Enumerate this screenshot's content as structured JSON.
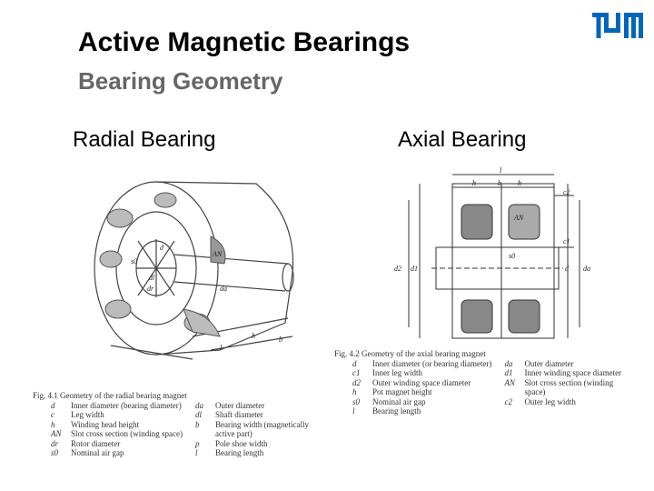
{
  "slide": {
    "title": "Active Magnetic Bearings",
    "subtitle": "Bearing Geometry",
    "logo_text": "TUM"
  },
  "radial": {
    "heading": "Radial Bearing",
    "figure_labels": [
      "d",
      "dr",
      "da",
      "s0",
      "AN",
      "b",
      "h",
      "l",
      "dl"
    ],
    "caption": "Fig. 4.1  Geometry of the radial bearing magnet",
    "legend_left": [
      {
        "sym": "d",
        "text": "Inner diameter (bearing diameter)"
      },
      {
        "sym": "c",
        "text": "Leg width"
      },
      {
        "sym": "h",
        "text": "Winding head height"
      },
      {
        "sym": "AN",
        "text": "Slot cross section (winding space)"
      },
      {
        "sym": "dr",
        "text": "Rotor diameter"
      },
      {
        "sym": "s0",
        "text": "Nominal air gap"
      }
    ],
    "legend_right": [
      {
        "sym": "da",
        "text": "Outer diameter"
      },
      {
        "sym": "dl",
        "text": "Shaft diameter"
      },
      {
        "sym": "b",
        "text": "Bearing width (magnetically"
      },
      {
        "sym": "",
        "text": "active part)"
      },
      {
        "sym": "p",
        "text": "Pole shoe width"
      },
      {
        "sym": "l",
        "text": "Bearing length"
      }
    ]
  },
  "axial": {
    "heading": "Axial Bearing",
    "figure_labels": [
      "l",
      "h",
      "b",
      "h",
      "c2",
      "c1",
      "AN",
      "s0",
      "d2",
      "d1",
      "d",
      "da"
    ],
    "caption": "Fig. 4.2  Geometry of the axial bearing magnet",
    "legend_left": [
      {
        "sym": "d",
        "text": "Inner diameter (or bearing diameter)"
      },
      {
        "sym": "c1",
        "text": "Inner leg width"
      },
      {
        "sym": "d2",
        "text": "Outer winding space diameter"
      },
      {
        "sym": "h",
        "text": "Pot magnet height"
      },
      {
        "sym": "s0",
        "text": "Nominal air gap"
      },
      {
        "sym": "l",
        "text": "Bearing length"
      }
    ],
    "legend_right": [
      {
        "sym": "da",
        "text": "Outer diameter"
      },
      {
        "sym": "d1",
        "text": "Inner winding space diameter"
      },
      {
        "sym": "AN",
        "text": "Slot cross section (winding"
      },
      {
        "sym": "",
        "text": "space)"
      },
      {
        "sym": "c2",
        "text": "Outer leg width"
      }
    ]
  }
}
